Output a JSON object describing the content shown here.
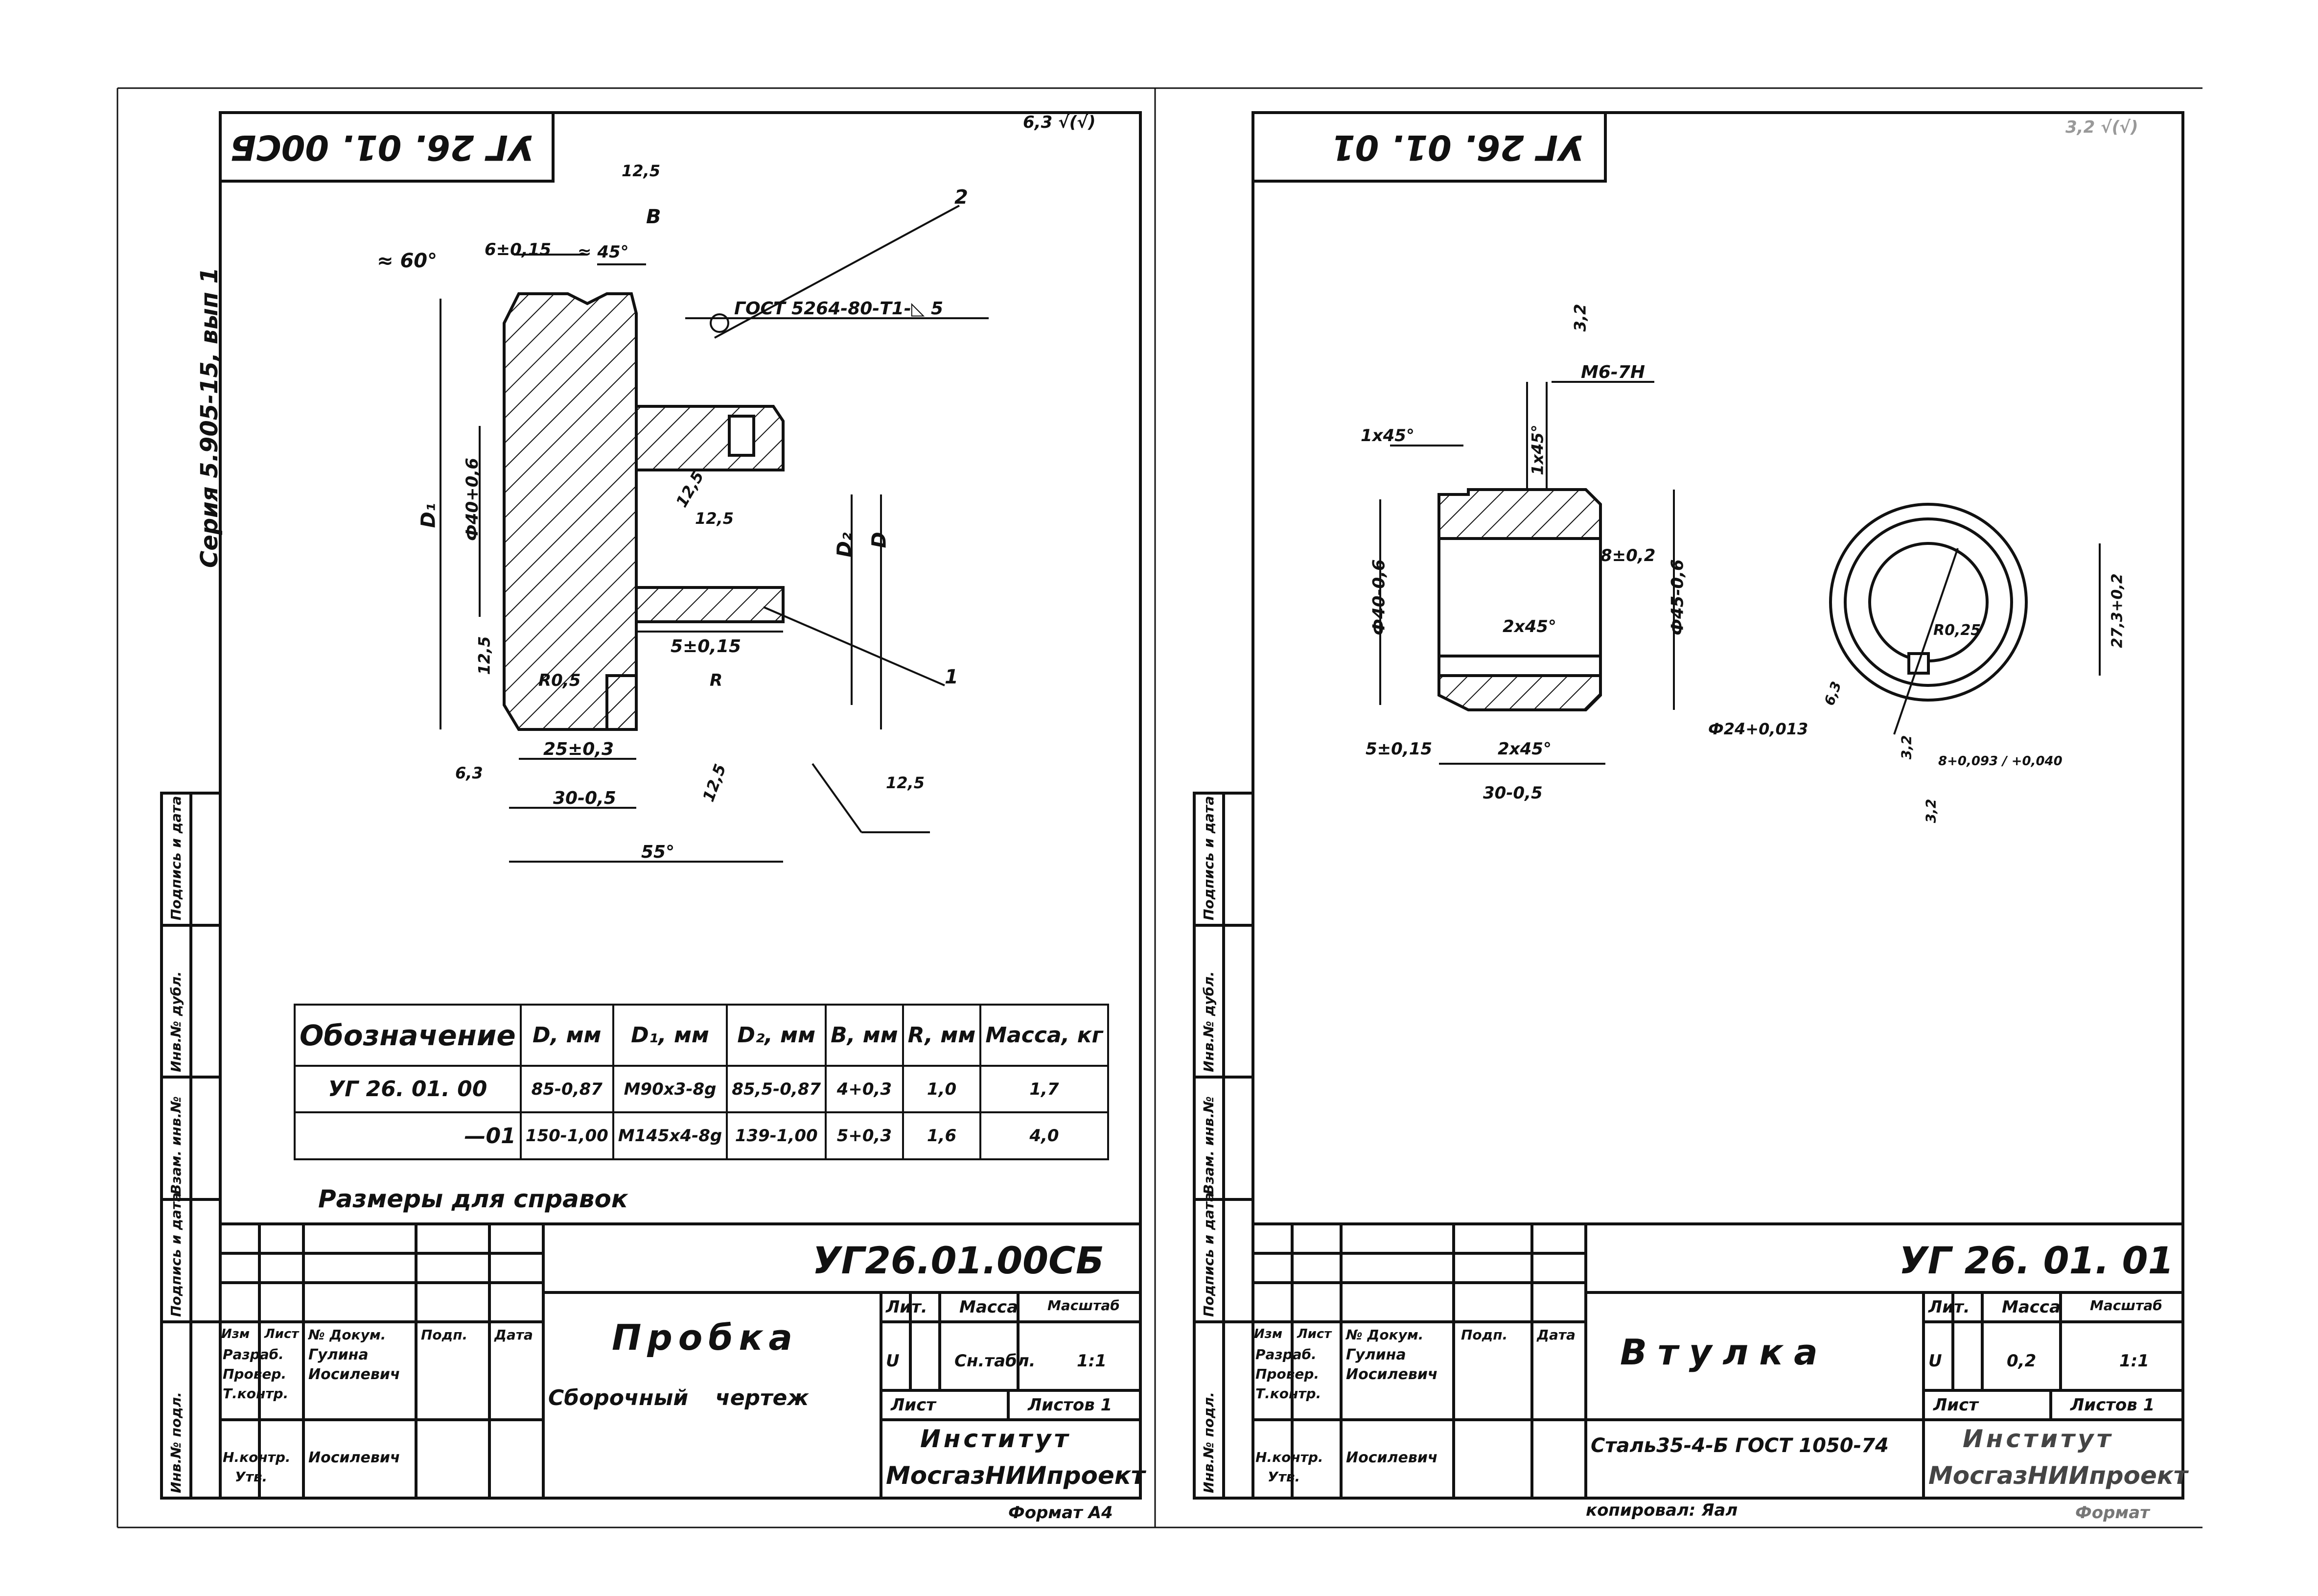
{
  "left_sheet": {
    "series_text": "Серия 5.905-15, вып 1",
    "rotated_code": "УГ 26. 01. 00СБ",
    "roughness_corner": "6,3",
    "dims": {
      "angle60": "≈ 60°",
      "d6": "6±0,15",
      "c45": "≈ 45°",
      "r125a": "12,5",
      "B": "В",
      "gost": "ГОСТ 5264-80-Т1-◺ 5",
      "leader2": "2",
      "leader1": "1",
      "phi40": "Ф40+0,6",
      "D1": "D₁",
      "D2": "D₂",
      "D": "D",
      "r125b": "12,5",
      "r125c": "12,5",
      "d5": "5±0,15",
      "R05": "R0,5",
      "R": "R",
      "r125d": "12,5",
      "r63": "6,3",
      "d25": "25±0,3",
      "d30": "30-0,5",
      "r125e": "12,5",
      "r125f": "12,5",
      "d55": "55°"
    },
    "table": {
      "headers": [
        "Обозначение",
        "D, мм",
        "D₁, мм",
        "D₂, мм",
        "В, мм",
        "R, мм",
        "Масса, кг"
      ],
      "rows": [
        [
          "УГ 26. 01. 00",
          "85-0,87",
          "М90х3-8g",
          "85,5-0,87",
          "4+0,3",
          "1,0",
          "1,7"
        ],
        [
          "—01",
          "150-1,00",
          "М145х4-8g",
          "139-1,00",
          "5+0,3",
          "1,6",
          "4,0"
        ]
      ]
    },
    "note": "Размеры для справок",
    "stamp": {
      "code": "УГ26.01.00СБ",
      "name": "Пробка",
      "subname": "Сборочный чертеж",
      "lit_label": "Лит.",
      "mass_label": "Масса",
      "scale_label": "Масштаб",
      "lit_value": "U",
      "mass_value": "Сн.табл.",
      "scale_value": "1:1",
      "sheet_label": "Лист",
      "sheets_label": "Листов 1",
      "org1": "Институт",
      "org2": "МосгазНИИпроект",
      "format": "Формат А4",
      "col_headers": [
        "Изм",
        "Лист",
        "№ Докум.",
        "Подп.",
        "Дата"
      ],
      "roles": [
        "Разраб.",
        "Провер.",
        "Т.контр.",
        "",
        "Н.контр.",
        "Утв."
      ],
      "people": [
        "Гулина",
        "Иосилевич",
        "",
        "",
        "Иосилевич",
        ""
      ]
    },
    "side_labels": [
      "Инв.№ подл.",
      "Подпись и дата",
      "Взам. инв.№",
      "Инв.№ дубл.",
      "Подпись и дата"
    ]
  },
  "right_sheet": {
    "rotated_code": "УГ 26. 01. 01",
    "roughness_corner": "3,2",
    "dims": {
      "r32a": "3,2",
      "M6": "М6-7Н",
      "c1x45a": "1х45°",
      "c1x45b": "1х45°",
      "phi40": "Ф40-0,6",
      "phi45": "Ф45-0,6",
      "d8": "8±0,2",
      "c2x45a": "2х45°",
      "c2x45b": "2х45°",
      "d5": "5±0,15",
      "d30": "30-0,5",
      "phi24": "Ф24+0,013",
      "r63": "6,3",
      "R025": "R0,25",
      "d273": "27,3+0,2",
      "r32b": "3,2",
      "r32c": "3,2",
      "d8k": "8+0,093 / +0,040"
    },
    "stamp": {
      "code": "УГ 26. 01. 01",
      "name": "Втулка",
      "material": "Сталь35-4-Б ГОСТ 1050-74",
      "lit_label": "Лит.",
      "mass_label": "Масса",
      "scale_label": "Масштаб",
      "lit_value": "U",
      "mass_value": "0,2",
      "scale_value": "1:1",
      "sheet_label": "Лист",
      "sheets_label": "Листов 1",
      "org1": "Институт",
      "org2": "МосгазНИИпроект",
      "format": "Формат",
      "copied": "копировал: Яал",
      "col_headers": [
        "Изм",
        "Лист",
        "№ Докум.",
        "Подп.",
        "Дата"
      ],
      "roles": [
        "Разраб.",
        "Провер.",
        "Т.контр.",
        "",
        "Н.контр.",
        "Утв."
      ],
      "people": [
        "Гулина",
        "Иосилевич",
        "",
        "",
        "Иосилевич",
        ""
      ]
    },
    "side_labels": [
      "Инв.№ подл.",
      "Подпись и дата",
      "Взам. инв.№",
      "Инв.№ дубл.",
      "Подпись и дата"
    ]
  }
}
